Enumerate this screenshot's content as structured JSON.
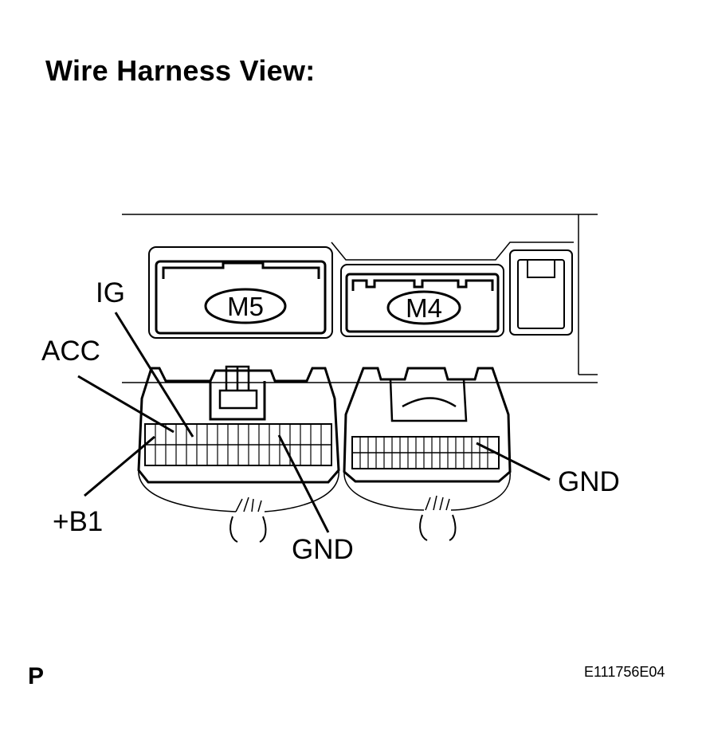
{
  "title": "Wire Harness View:",
  "page_mark": "P",
  "figure_code": "E111756E04",
  "connectors": [
    {
      "id": "M5",
      "label": "M5"
    },
    {
      "id": "M4",
      "label": "M4"
    }
  ],
  "terminals": {
    "ig": "IG",
    "acc": "ACC",
    "b1": "+B1",
    "gnd_m5": "GND",
    "gnd_m4": "GND"
  }
}
